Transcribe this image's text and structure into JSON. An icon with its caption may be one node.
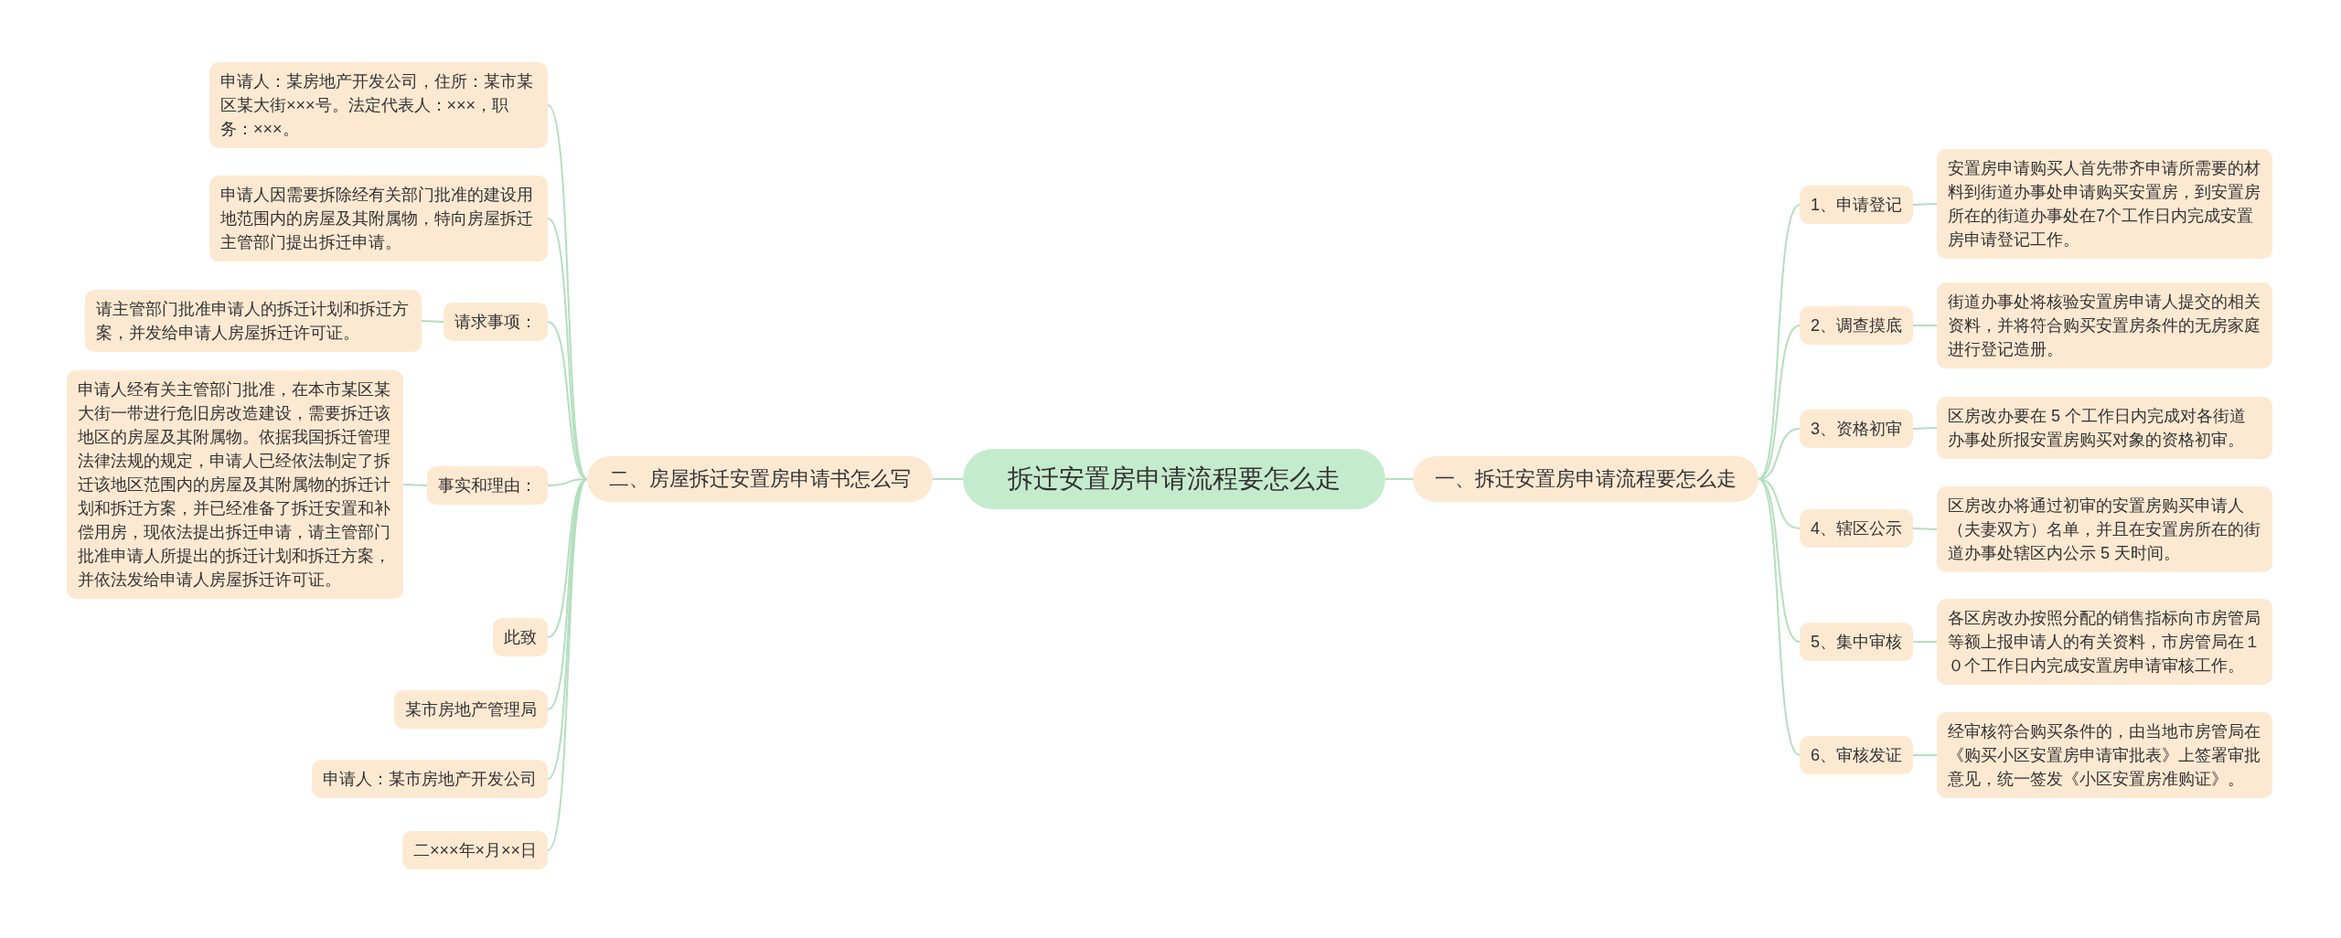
{
  "diagram": {
    "nodes": [
      {
        "text": [
          "拆迁安置房申请流程要怎么走"
        ]
      },
      {
        "text": [
          "一、拆迁安置房申请流程要怎么走"
        ]
      },
      {
        "text": [
          "1、申请登记"
        ]
      },
      {
        "text": [
          "安置房申请购买人首先带齐申请所需要的材料到街道办事处申请购买安置房，到安置房所在的街道办事处在7个工作日内完成安置房申请登记工作。"
        ]
      },
      {
        "text": [
          "2、调查摸底"
        ]
      },
      {
        "text": [
          "街道办事处将核验安置房申请人提交的相关资料，并将符合购买安置房条件的无房家庭进行登记造册。"
        ]
      },
      {
        "text": [
          "3、资格初审"
        ]
      },
      {
        "text": [
          "区房改办要在 5 个工作日内完成对各街道办事处所报安置房购买对象的资格初审。"
        ]
      },
      {
        "text": [
          "4、辖区公示"
        ]
      },
      {
        "text": [
          "区房改办将通过初审的安置房购买申请人（夫妻双方）名单，并且在安置房所在的街道办事处辖区内公示 5 天时间。"
        ]
      },
      {
        "text": [
          "5、集中审核"
        ]
      },
      {
        "text": [
          "各区房改办按照分配的销售指标向市房管局等额上报申请人的有关资料，市房管局在１０个工作日内完成安置房申请审核工作。"
        ]
      },
      {
        "text": [
          "6、审核发证"
        ]
      },
      {
        "text": [
          "经审核符合购买条件的，由当地市房管局在《购买小区安置房申请审批表》上签署审批意见，统一签发《小区安置房准购证》。"
        ]
      },
      {
        "text": [
          "二、房屋拆迁安置房申请书怎么写"
        ]
      },
      {
        "text": [
          "申请人：某房地产开发公司，住所：某市某区某大街×××号。法定代表人：×××，职务：×××。"
        ]
      },
      {
        "text": [
          "申请人因需要拆除经有关部门批准的建设用地范围内的房屋及其附属物，特向房屋拆迁主管部门提出拆迁申请。"
        ]
      },
      {
        "text": [
          "请求事项："
        ]
      },
      {
        "text": [
          "请主管部门批准申请人的拆迁计划和拆迁方案，并发给申请人房屋拆迁许可证。"
        ]
      },
      {
        "text": [
          "事实和理由："
        ]
      },
      {
        "text": [
          "申请人经有关主管部门批准，在本市某区某大街一带进行危旧房改造建设，需要拆迁该地区的房屋及其附属物。依据我国拆迁管理法律法规的规定，申请人已经依法制定了拆迁该地区范围内的房屋及其附属物的拆迁计划和拆迁方案，并已经准备了拆迁安置和补偿用房，现依法提出拆迁申请，请主管部门批准申请人所提出的拆迁计划和拆迁方案，并依法发给申请人房屋拆迁许可证。"
        ]
      },
      {
        "text": [
          "此致"
        ]
      },
      {
        "text": [
          "某市房地产管理局"
        ]
      },
      {
        "text": [
          "申请人：某市房地产开发公司"
        ]
      },
      {
        "text": [
          "二×××年×月××日"
        ]
      }
    ],
    "edges": [
      {
        "from": 0,
        "to": 1,
        "arrow": "none"
      },
      {
        "from": 1,
        "to": 2,
        "arrow": "none"
      },
      {
        "from": 2,
        "to": 3,
        "arrow": "none"
      },
      {
        "from": 1,
        "to": 4,
        "arrow": "none"
      },
      {
        "from": 4,
        "to": 5,
        "arrow": "none"
      },
      {
        "from": 1,
        "to": 6,
        "arrow": "none"
      },
      {
        "from": 6,
        "to": 7,
        "arrow": "none"
      },
      {
        "from": 1,
        "to": 8,
        "arrow": "none"
      },
      {
        "from": 8,
        "to": 9,
        "arrow": "none"
      },
      {
        "from": 1,
        "to": 10,
        "arrow": "none"
      },
      {
        "from": 10,
        "to": 11,
        "arrow": "none"
      },
      {
        "from": 1,
        "to": 12,
        "arrow": "none"
      },
      {
        "from": 12,
        "to": 13,
        "arrow": "none"
      },
      {
        "from": 0,
        "to": 14,
        "arrow": "none"
      },
      {
        "from": 14,
        "to": 15,
        "arrow": "none"
      },
      {
        "from": 14,
        "to": 16,
        "arrow": "none"
      },
      {
        "from": 14,
        "to": 17,
        "arrow": "none"
      },
      {
        "from": 17,
        "to": 18,
        "arrow": "none"
      },
      {
        "from": 14,
        "to": 19,
        "arrow": "none"
      },
      {
        "from": 19,
        "to": 20,
        "arrow": "none"
      },
      {
        "from": 14,
        "to": 21,
        "arrow": "none"
      },
      {
        "from": 14,
        "to": 22,
        "arrow": "none"
      },
      {
        "from": 14,
        "to": 23,
        "arrow": "none"
      },
      {
        "from": 14,
        "to": 24,
        "arrow": "none"
      }
    ]
  }
}
